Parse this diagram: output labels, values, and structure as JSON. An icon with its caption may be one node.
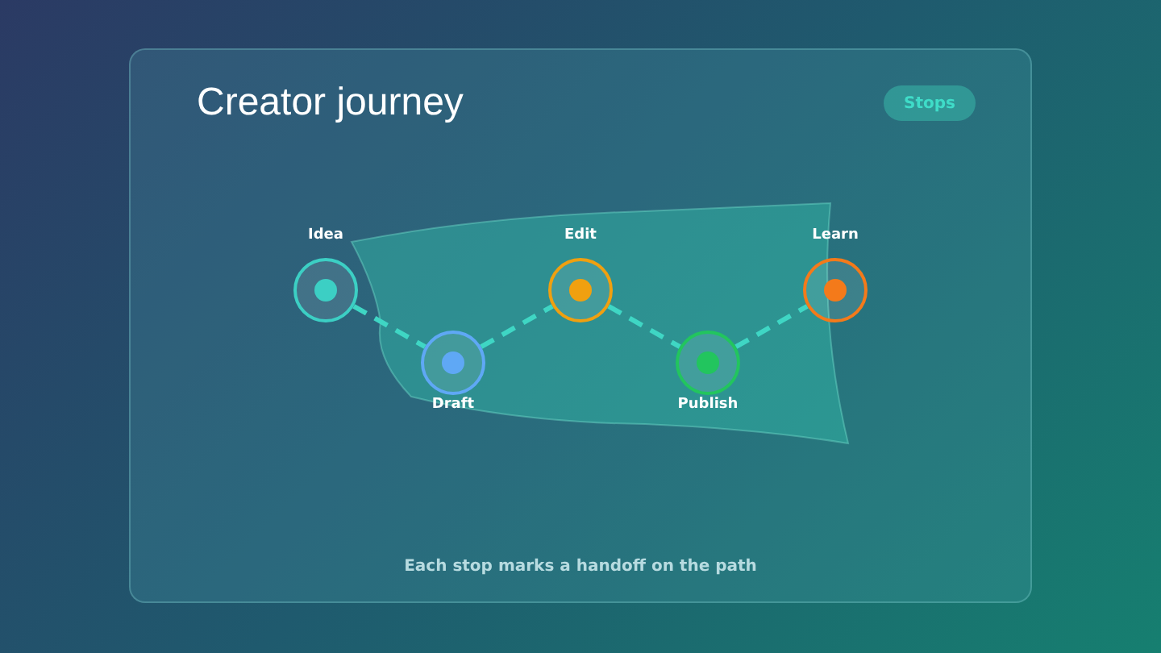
{
  "diagram": {
    "title": "Creator journey",
    "caption": "Each stop marks a handoff on the path",
    "nodes": [
      {
        "text": [
          "Idea"
        ]
      },
      {
        "text": [
          "Draft"
        ]
      },
      {
        "text": [
          "Edit"
        ]
      },
      {
        "text": [
          "Publish"
        ]
      },
      {
        "text": [
          "Learn"
        ]
      }
    ],
    "edges": [
      {
        "from": 0,
        "to": 1,
        "arrow": "none",
        "style": "dashed"
      },
      {
        "from": 1,
        "to": 2,
        "arrow": "none",
        "style": "dashed"
      },
      {
        "from": 2,
        "to": 3,
        "arrow": "none",
        "style": "dashed"
      },
      {
        "from": 3,
        "to": 4,
        "arrow": "none",
        "style": "dashed"
      }
    ],
    "labels": [
      "Stops"
    ]
  }
}
